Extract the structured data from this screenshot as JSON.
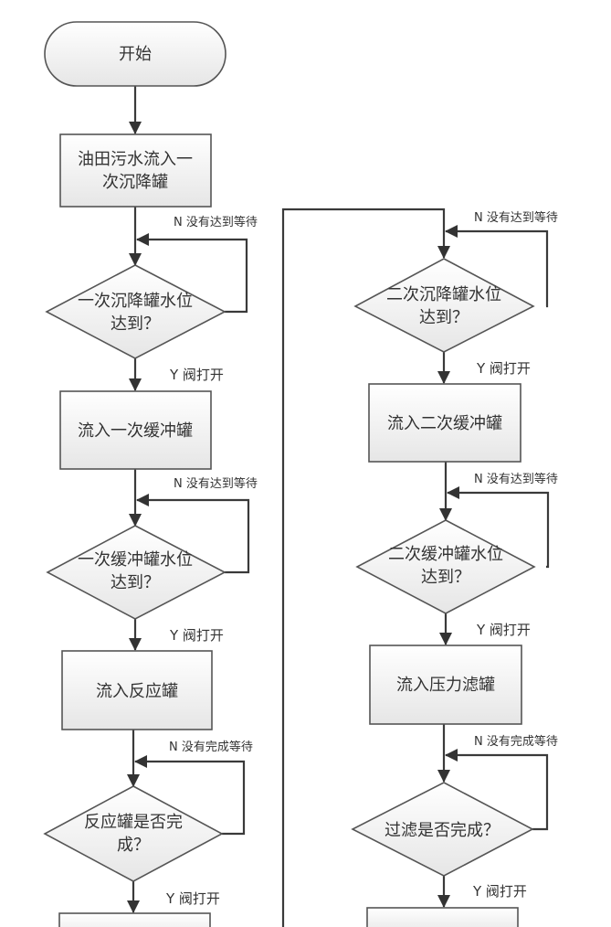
{
  "nodes": {
    "start": {
      "type": "terminator",
      "text": [
        "开始"
      ]
    },
    "n1": {
      "type": "process",
      "text": [
        "油田污水流入一",
        "次沉降罐"
      ]
    },
    "d1": {
      "type": "decision",
      "text": [
        "一次沉降罐水位",
        "达到？"
      ]
    },
    "n2": {
      "type": "process",
      "text": [
        "流入一次缓冲罐"
      ]
    },
    "d2": {
      "type": "decision",
      "text": [
        "一次缓冲罐水位",
        "达到？"
      ]
    },
    "n3": {
      "type": "process",
      "text": [
        "流入反应罐"
      ]
    },
    "d3": {
      "type": "decision",
      "text": [
        "反应罐是否完",
        "成？"
      ]
    },
    "n4": {
      "type": "process",
      "text": [
        ""
      ]
    },
    "d4": {
      "type": "decision",
      "text": [
        "二次沉降罐水位",
        "达到？"
      ]
    },
    "n5": {
      "type": "process",
      "text": [
        "流入二次缓冲罐"
      ]
    },
    "d5": {
      "type": "decision",
      "text": [
        "二次缓冲罐水位",
        "达到？"
      ]
    },
    "n6": {
      "type": "process",
      "text": [
        "流入压力滤罐"
      ]
    },
    "d6": {
      "type": "decision",
      "text": [
        "过滤是否完成？"
      ]
    },
    "n7": {
      "type": "process",
      "text": [
        ""
      ]
    }
  },
  "edge_labels": {
    "wait_reach": "N 没有达到等待",
    "wait_done": "N 没有完成等待",
    "valve_open": "Y 阀打开"
  }
}
